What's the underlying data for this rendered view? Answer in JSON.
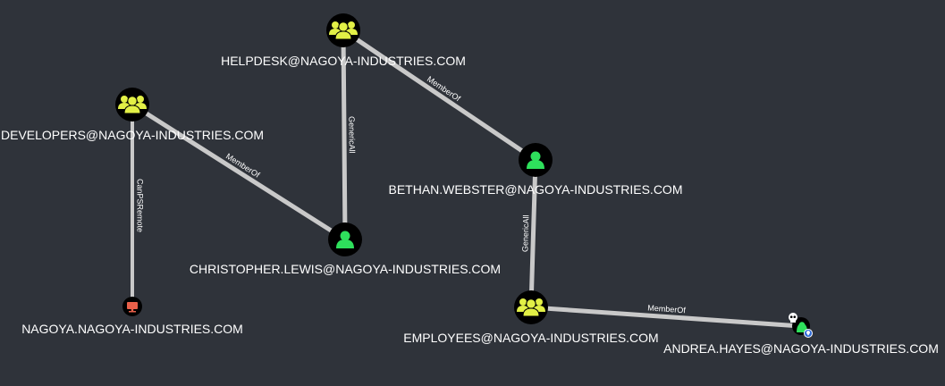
{
  "graph": {
    "background": "#2f333a",
    "edge_color": "#c9c9c9",
    "nodes": [
      {
        "id": "helpdesk",
        "kind": "group",
        "label": "HELPDESK@NAGOYA-INDUSTRIES.COM",
        "icon": "group-icon",
        "color": "#e2f046"
      },
      {
        "id": "developers",
        "kind": "group",
        "label": "DEVELOPERS@NAGOYA-INDUSTRIES.COM",
        "icon": "group-icon",
        "color": "#e2f046"
      },
      {
        "id": "bethan",
        "kind": "user",
        "label": "BETHAN.WEBSTER@NAGOYA-INDUSTRIES.COM",
        "icon": "user-icon",
        "color": "#2ee05c"
      },
      {
        "id": "christopher",
        "kind": "user",
        "label": "CHRISTOPHER.LEWIS@NAGOYA-INDUSTRIES.COM",
        "icon": "user-icon",
        "color": "#2ee05c"
      },
      {
        "id": "nagoya",
        "kind": "computer",
        "label": "NAGOYA.NAGOYA-INDUSTRIES.COM",
        "icon": "computer-icon",
        "color": "#e8604a"
      },
      {
        "id": "employees",
        "kind": "group",
        "label": "EMPLOYEES@NAGOYA-INDUSTRIES.COM",
        "icon": "group-icon",
        "color": "#e2f046"
      },
      {
        "id": "andrea",
        "kind": "user-owned",
        "label": "ANDREA.HAYES@NAGOYA-INDUSTRIES.COM",
        "icon": "user-icon",
        "color": "#2ee05c",
        "badges": [
          "skull-icon",
          "start-node-icon"
        ]
      }
    ],
    "edges": [
      {
        "from": "christopher",
        "to": "helpdesk",
        "label": "GenericAll"
      },
      {
        "from": "bethan",
        "to": "helpdesk",
        "label": "MemberOf"
      },
      {
        "from": "christopher",
        "to": "developers",
        "label": "MemberOf"
      },
      {
        "from": "developers",
        "to": "nagoya",
        "label": "CanPSRemote"
      },
      {
        "from": "employees",
        "to": "bethan",
        "label": "GenericAll"
      },
      {
        "from": "andrea",
        "to": "employees",
        "label": "MemberOf"
      }
    ]
  }
}
